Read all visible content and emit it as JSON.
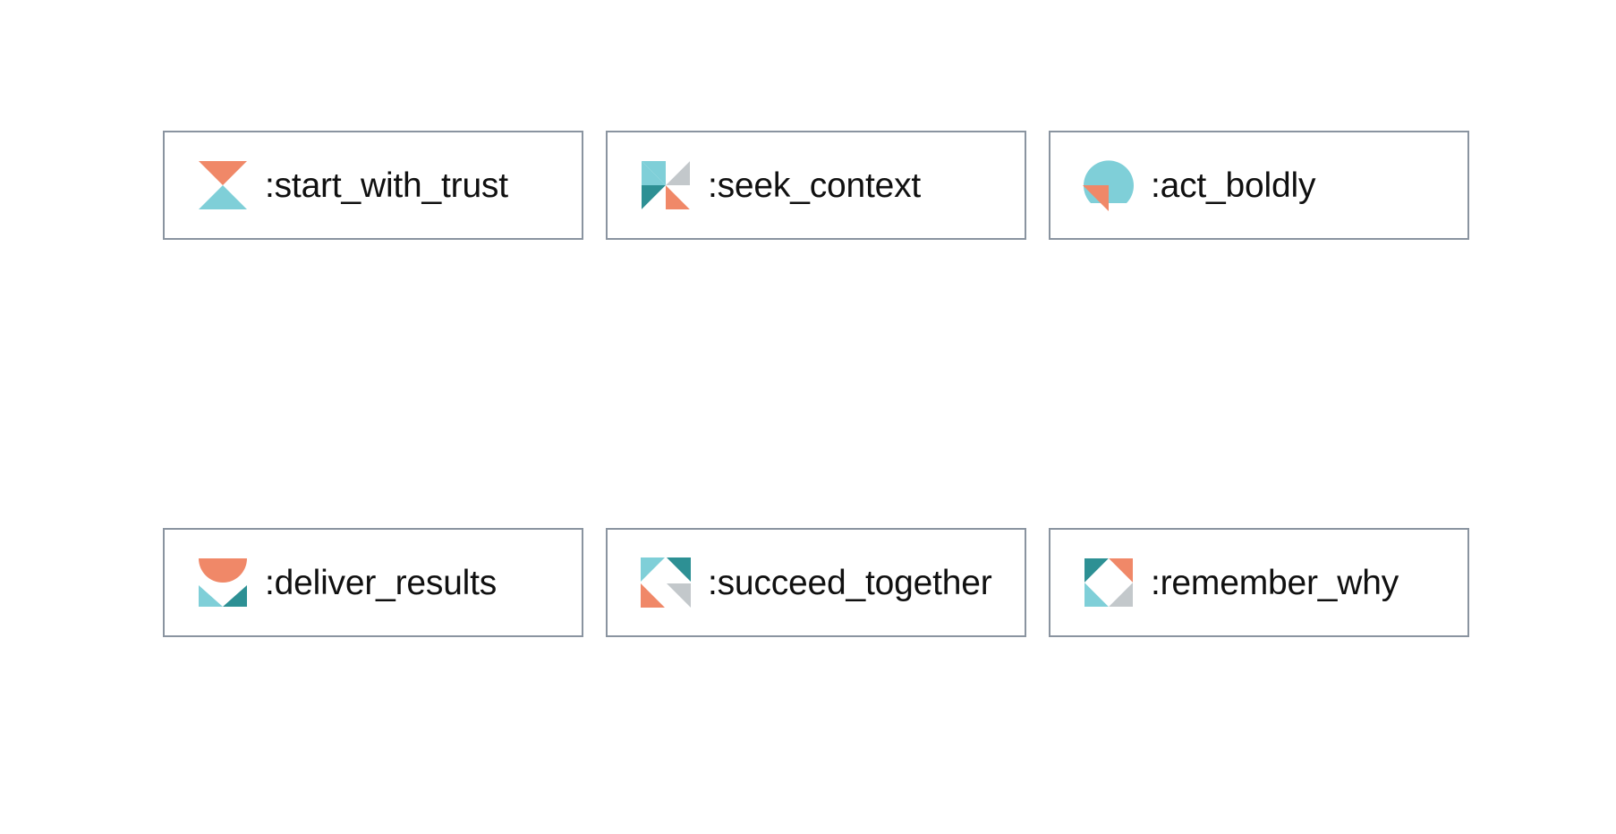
{
  "page": {
    "background_color": "#ffffff",
    "card_border_color": "#8a94a0",
    "text_color": "#101010"
  },
  "palette": {
    "orange": "#f08868",
    "light_blue": "#7fcfd8",
    "dark_teal": "#2d9094",
    "gray": "#c3c8cb",
    "white": "#ffffff"
  },
  "cards": [
    {
      "label": ":start_with_trust",
      "icon_name": "hourglass-icon",
      "icon_description": "orange downward triangle above light blue upward triangle"
    },
    {
      "label": ":seek_context",
      "icon_name": "pinwheel-icon",
      "icon_description": "four triangles radiating from center: light blue, gray, dark teal, orange"
    },
    {
      "label": ":act_boldly",
      "icon_name": "semicircle-arrow-icon",
      "icon_description": "light blue half disc with orange triangle at lower left"
    },
    {
      "label": ":deliver_results",
      "icon_name": "cup-chevron-icon",
      "icon_description": "orange downward semicircle above light blue and dark teal V triangles"
    },
    {
      "label": ":succeed_together",
      "icon_name": "quad-triangles-icon",
      "icon_description": "four right triangles: light blue, dark teal, orange, gray"
    },
    {
      "label": ":remember_why",
      "icon_name": "diamond-frame-icon",
      "icon_description": "square with white diamond center and dark teal, orange, light blue, gray corners"
    }
  ]
}
